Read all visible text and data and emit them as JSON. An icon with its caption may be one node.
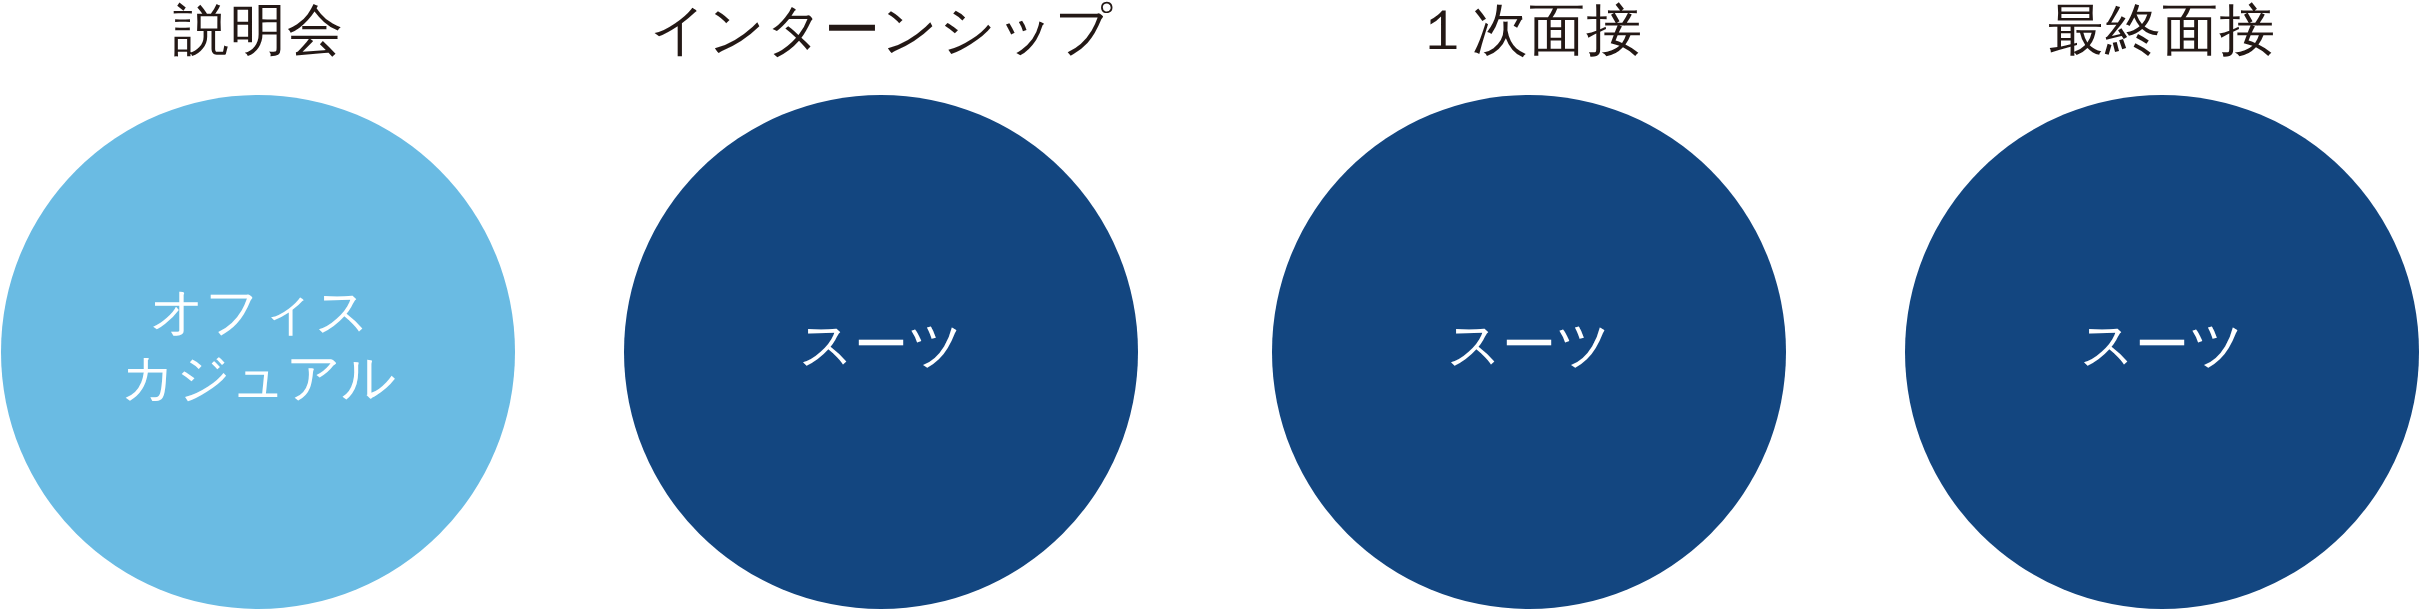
{
  "diagram": {
    "nodes": [
      {
        "text": [
          "説明会",
          "オフィスカジュアル"
        ]
      },
      {
        "text": [
          "インターンシップ",
          "スーツ"
        ]
      },
      {
        "text": [
          "１次面接",
          "スーツ"
        ]
      },
      {
        "text": [
          "最終面接",
          "スーツ"
        ]
      }
    ]
  }
}
